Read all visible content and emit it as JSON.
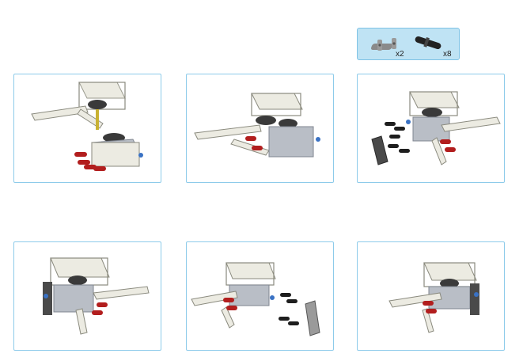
{
  "parts_callout": {
    "items": [
      {
        "icon": "beam-3-module-part-icon",
        "quantity": "x2"
      },
      {
        "icon": "black-pin-part-icon",
        "quantity": "x8"
      }
    ]
  },
  "steps": [
    {
      "illustration": "claw-assembly-exploded-frame-and-gearbox"
    },
    {
      "illustration": "claw-assembly-gearbox-attached"
    },
    {
      "illustration": "claw-assembly-side-beam-and-pins-exploded"
    },
    {
      "illustration": "claw-assembly-side-beam-attached"
    },
    {
      "illustration": "claw-assembly-second-side-exploded"
    },
    {
      "illustration": "claw-assembly-complete"
    }
  ],
  "colors": {
    "panel_border": "#8dcbea",
    "callout_fill": "#bfe3f4",
    "beam_white": "#ecebe2",
    "gear_dark": "#3a3a3a",
    "pin_red": "#b21e1e",
    "pin_black": "#1e1e1e",
    "pin_blue": "#3a72c4",
    "motor_grey": "#b9bec6"
  }
}
